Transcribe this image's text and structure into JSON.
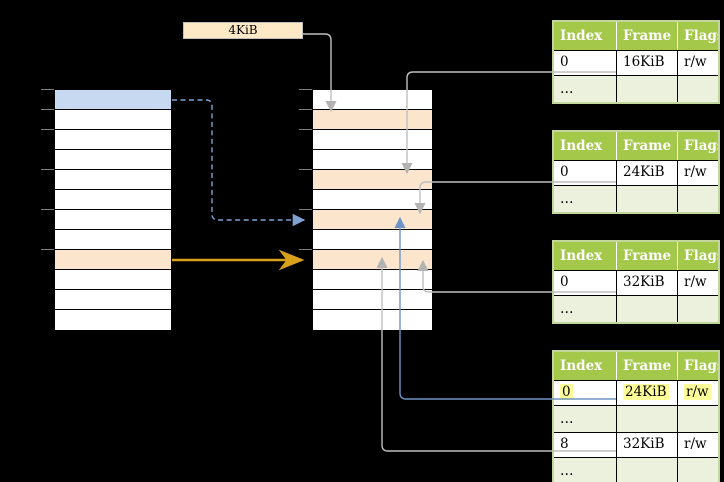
{
  "colors": {
    "background": "#000000",
    "table_header_green": "#A4C84A",
    "table_row_light_green": "#EBF1DD",
    "table_border_green": "#C3D69B",
    "frame_orange": "#FCE5CD",
    "page_blue": "#C6D9F0",
    "size_box_tan": "#FDE9C6",
    "highlight_yellow": "#FFFF99",
    "connector_gray": "#BFBFBF",
    "connector_blue": "#6F94C6",
    "connector_dashed_blue": "#7FA3D1",
    "connector_gold": "#D9A01C"
  },
  "size_label": {
    "text": "4KiB"
  },
  "virtual_memory_column": {
    "rows": 12,
    "highlight_rows": {
      "0": "page_blue",
      "8": "frame_orange"
    },
    "tick_row_indices": [
      0,
      1,
      2,
      4,
      6,
      8
    ]
  },
  "physical_memory_column": {
    "rows": 12,
    "highlight_rows": {
      "1": "frame_orange",
      "4": "frame_orange",
      "6": "frame_orange",
      "8": "frame_orange"
    },
    "tick_row_indices": [
      0,
      1,
      2,
      4,
      6,
      8
    ]
  },
  "page_tables": [
    {
      "headers": [
        "Index",
        "Frame",
        "Flags"
      ],
      "rows": [
        [
          "0",
          "16KiB",
          "r/w"
        ],
        [
          "…",
          "",
          ""
        ]
      ]
    },
    {
      "headers": [
        "Index",
        "Frame",
        "Flags"
      ],
      "rows": [
        [
          "0",
          "24KiB",
          "r/w"
        ],
        [
          "…",
          "",
          ""
        ]
      ]
    },
    {
      "headers": [
        "Index",
        "Frame",
        "Flags"
      ],
      "rows": [
        [
          "0",
          "32KiB",
          "r/w"
        ],
        [
          "…",
          "",
          ""
        ]
      ]
    },
    {
      "headers": [
        "Index",
        "Frame",
        "Flags"
      ],
      "rows": [
        [
          "0",
          "24KiB",
          "r/w"
        ],
        [
          "…",
          "",
          ""
        ],
        [
          "8",
          "32KiB",
          "r/w"
        ],
        [
          "…",
          "",
          ""
        ]
      ],
      "highlighted_row": 0
    }
  ],
  "connections": [
    {
      "from": "size-label-4kib",
      "to": "physical-frame-4kib",
      "style": "solid",
      "color": "gray"
    },
    {
      "from": "page-table-1-frame-16kib",
      "to": "physical-frame-16kib",
      "style": "solid",
      "color": "gray"
    },
    {
      "from": "page-table-2-frame-24kib",
      "to": "physical-frame-24kib",
      "style": "solid",
      "color": "gray"
    },
    {
      "from": "page-table-3-frame-32kib",
      "to": "physical-frame-32kib",
      "style": "solid",
      "color": "gray"
    },
    {
      "from": "page-table-4-frame-24kib",
      "to": "physical-frame-24kib",
      "style": "solid",
      "color": "blue"
    },
    {
      "from": "page-table-4-frame-32kib",
      "to": "physical-frame-32kib",
      "style": "solid",
      "color": "gray"
    },
    {
      "from": "virtual-page-0",
      "to": "physical-frame-24kib",
      "style": "dashed",
      "color": "light-blue"
    },
    {
      "from": "virtual-page-8",
      "to": "physical-frame-32kib",
      "style": "solid",
      "color": "gold"
    }
  ]
}
